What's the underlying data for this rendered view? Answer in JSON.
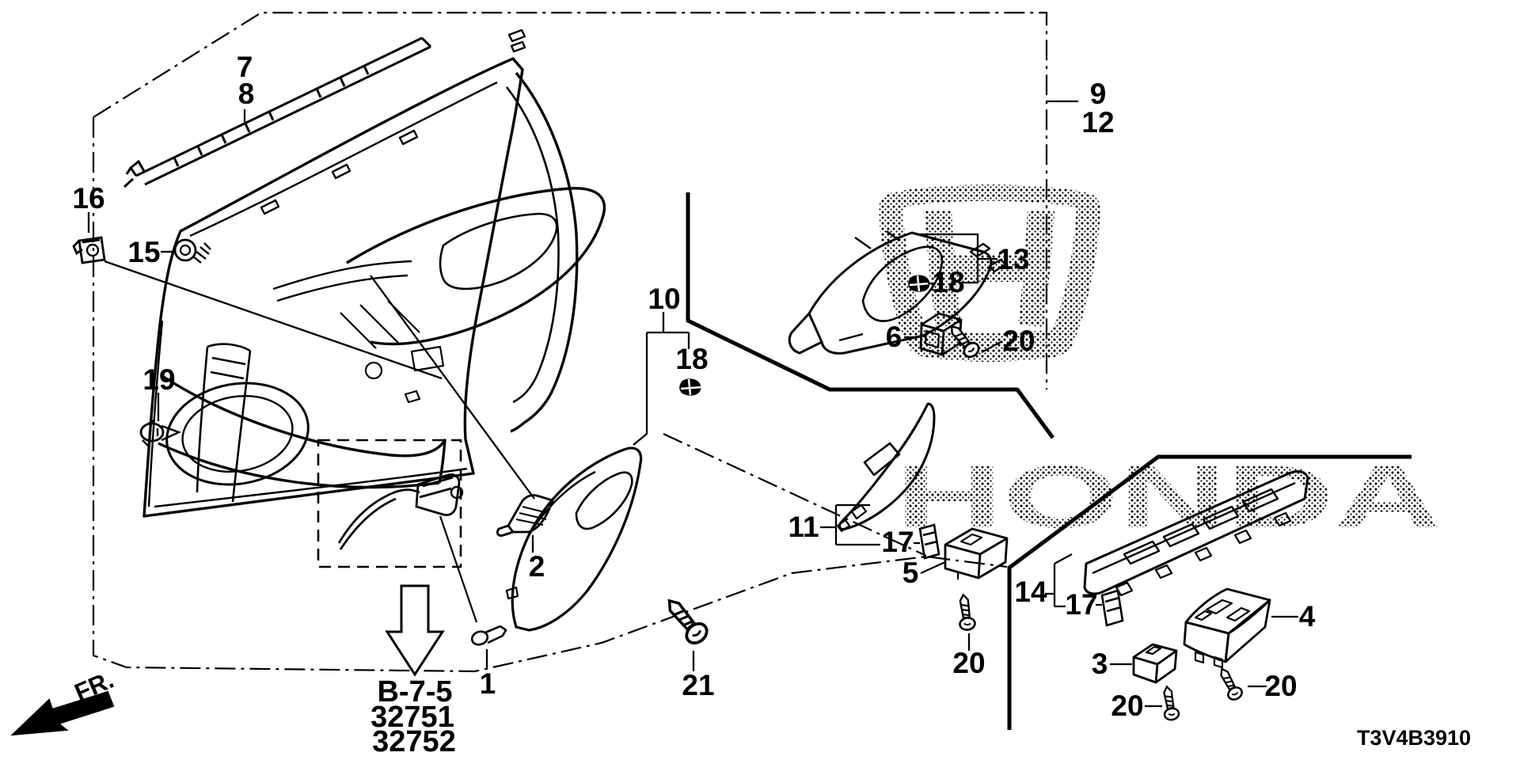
{
  "colors": {
    "ink": "#000000",
    "background": "#ffffff"
  },
  "callouts": {
    "c7": "7",
    "c8": "8",
    "c16": "16",
    "c15": "15",
    "c19": "19",
    "c9": "9",
    "c12": "12",
    "c13": "13",
    "c18a": "18",
    "c6": "6",
    "c20a": "20",
    "c10": "10",
    "c18b": "18",
    "c2": "2",
    "c1": "1",
    "c21": "21",
    "c11": "11",
    "c17a": "17",
    "c5": "5",
    "c20b": "20",
    "c14": "14",
    "c17b": "17",
    "c3": "3",
    "c20c": "20",
    "c4": "4",
    "c20d": "20"
  },
  "footer": {
    "page_ref": "B-7-5",
    "part_code_1": "32751",
    "part_code_2": "32752",
    "diagram_id": "T3V4B3910",
    "orientation_label": "FR."
  },
  "watermark": {
    "wordmark": "HONDA"
  }
}
